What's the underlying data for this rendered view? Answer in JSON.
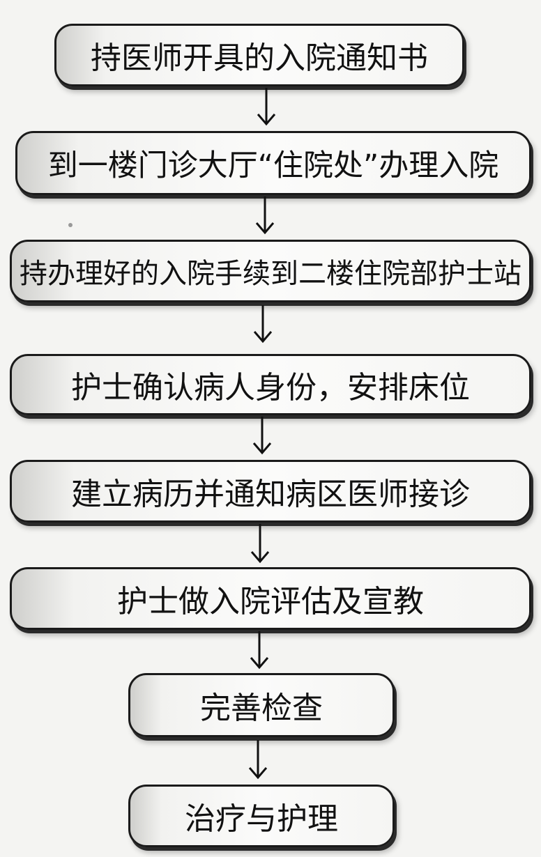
{
  "steps": [
    "持医师开具的入院通知书",
    "到一楼门诊大厅“住院处”办理入院",
    "持办理好的入院手续到二楼住院部护士站",
    "护士确认病人身份，安排床位",
    "建立病历并通知病区医师接诊",
    "护士做入院评估及宣教",
    "完善检查",
    "治疗与护理"
  ],
  "colors": {
    "border": "#1a1a1a",
    "box_fill": "#fbfbfa",
    "arrow": "#111111",
    "background": "#f4f4f2"
  }
}
